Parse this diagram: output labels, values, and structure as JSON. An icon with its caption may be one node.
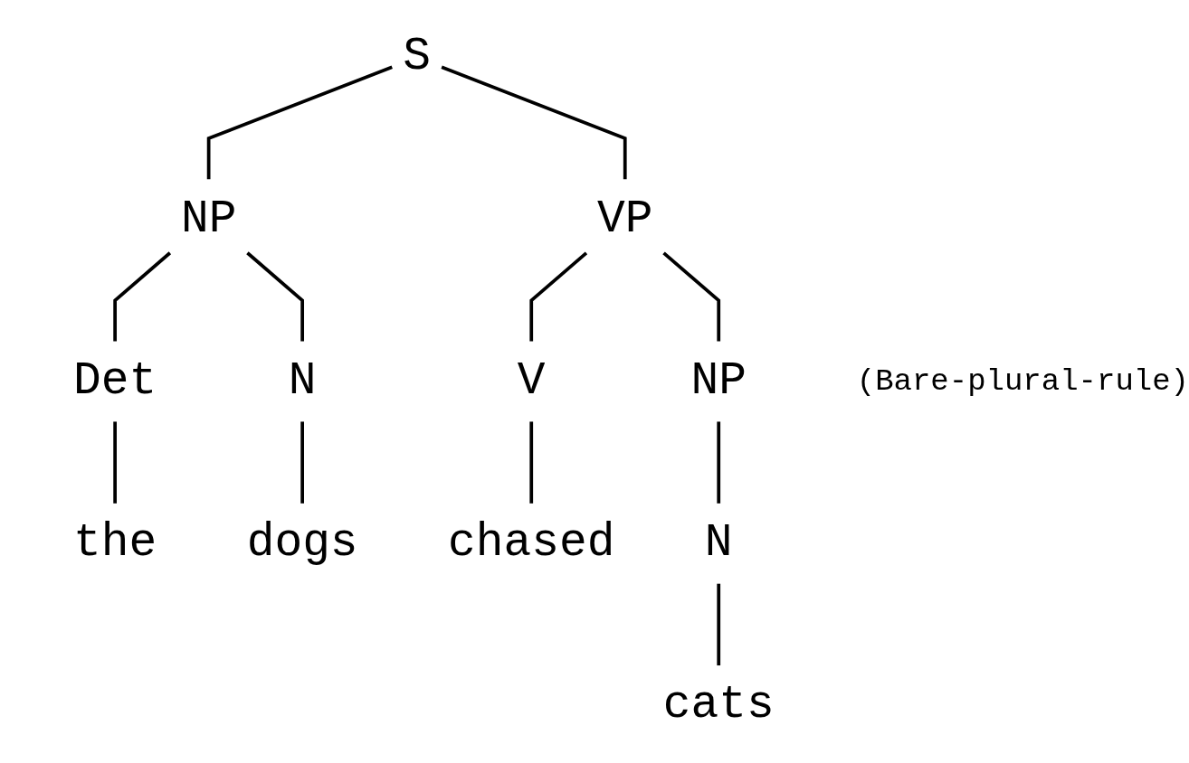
{
  "diagram": {
    "nodes": [
      {
        "text": [
          "S"
        ]
      },
      {
        "text": [
          "NP"
        ]
      },
      {
        "text": [
          "VP"
        ]
      },
      {
        "text": [
          "Det"
        ]
      },
      {
        "text": [
          "N"
        ]
      },
      {
        "text": [
          "V"
        ]
      },
      {
        "text": [
          "NP"
        ]
      },
      {
        "text": [
          "the"
        ]
      },
      {
        "text": [
          "dogs"
        ]
      },
      {
        "text": [
          "chased"
        ]
      },
      {
        "text": [
          "N"
        ]
      },
      {
        "text": [
          "cats"
        ]
      }
    ],
    "edges": [
      {
        "from": 0,
        "to": 1,
        "arrow": "none"
      },
      {
        "from": 0,
        "to": 2,
        "arrow": "none"
      },
      {
        "from": 1,
        "to": 3,
        "arrow": "none"
      },
      {
        "from": 1,
        "to": 4,
        "arrow": "none"
      },
      {
        "from": 2,
        "to": 5,
        "arrow": "none"
      },
      {
        "from": 2,
        "to": 6,
        "arrow": "none"
      },
      {
        "from": 3,
        "to": 7,
        "arrow": "none"
      },
      {
        "from": 4,
        "to": 8,
        "arrow": "none"
      },
      {
        "from": 5,
        "to": 9,
        "arrow": "none"
      },
      {
        "from": 6,
        "to": 10,
        "arrow": "none"
      },
      {
        "from": 10,
        "to": 11,
        "arrow": "none"
      }
    ],
    "labels": [
      "(Bare-plural-rule)"
    ]
  }
}
